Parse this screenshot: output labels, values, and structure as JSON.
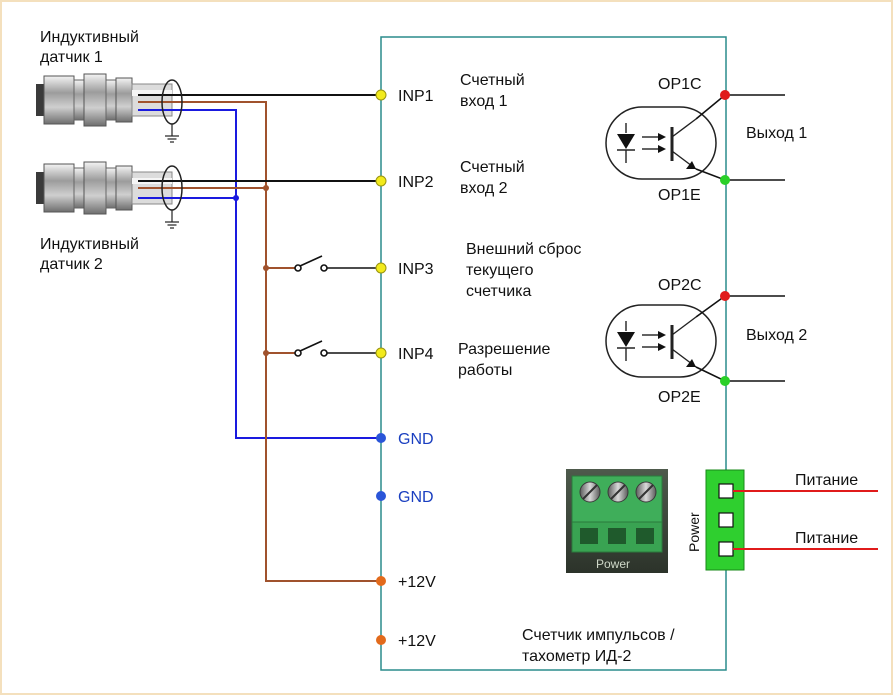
{
  "sensor1_label": [
    "Индуктивный",
    "датчик 1"
  ],
  "sensor2_label": [
    "Индуктивный",
    "датчик 2"
  ],
  "inputs": [
    {
      "pin": "INP1",
      "desc": [
        "Счетный",
        "вход 1"
      ]
    },
    {
      "pin": "INP2",
      "desc": [
        "Счетный",
        "вход 2"
      ]
    },
    {
      "pin": "INP3",
      "desc": [
        "Внешний сброс",
        "текущего",
        "счетчика"
      ]
    },
    {
      "pin": "INP4",
      "desc": [
        "Разрешение",
        "работы"
      ]
    }
  ],
  "gnd_pins": [
    "GND",
    "GND"
  ],
  "v12_pins": [
    "+12V",
    "+12V"
  ],
  "outputs": [
    {
      "collector": "OP1C",
      "emitter": "OP1E",
      "label": "Выход 1"
    },
    {
      "collector": "OP2C",
      "emitter": "OP2E",
      "label": "Выход 2"
    }
  ],
  "power": {
    "connector_label": "Power",
    "photo_label": "Power",
    "supply_labels": [
      "Питание",
      "Питание"
    ]
  },
  "device_label": [
    "Счетчик импульсов /",
    "тахометр ИД-2"
  ],
  "colors": {
    "brown_wire": "#a0522d",
    "blue_wire": "#1a1adf",
    "terminal_yellow": "#f2ea1c",
    "terminal_blue": "#2a55d8",
    "terminal_orange": "#e26a1c",
    "terminal_red": "#e01b1b",
    "terminal_green": "#28d028",
    "connector_green": "#2fcf2f",
    "frame_border": "#f4e0bd"
  }
}
